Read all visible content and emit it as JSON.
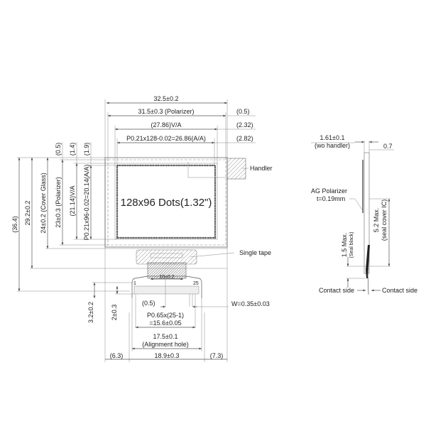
{
  "front_view": {
    "display_label": "128x96 Dots(1.32\")",
    "top_dims": {
      "outline": "32.5±0.2",
      "polarizer": "31.5±0.3 (Polarizer)",
      "va": "(27.86)V/A",
      "aa": "P0.21x128-0.02=26.86(A/A)",
      "right_05": "(0.5)",
      "right_232": "(2.32)",
      "right_282": "(2.82)"
    },
    "left_dims": {
      "total": "(36.4)",
      "outline": "29.2±0.2",
      "cover_glass": "24±0.2 (Cover Glass)",
      "polarizer": "23±0.3 (Polarizer)",
      "va": "(21.14)V/A",
      "aa": "P0.21x96-0.02=20.14(A/A)",
      "top_05": "(0.5)",
      "top_14": "(1.4)",
      "top_19": "(1.9)"
    },
    "handler_label": "Handler",
    "single_tape_label": "Single tape",
    "fpc": {
      "width": "10±0.2",
      "pin_first": "1",
      "pin_last": "25",
      "dim_32": "3.2±0.2",
      "dim_2": "2±0.3",
      "offset": "(0.5)",
      "pin_width": "W=0.35±0.03",
      "pitch_line1": "P0.65x(25-1)",
      "pitch_line2": "=15.6±0.05",
      "align_line1": "17.5±0.1",
      "align_line2": "(Alignment hole)",
      "left_margin": "(6.3)",
      "fpc_width": "18.9±0.3",
      "right_margin": "(7.3)"
    }
  },
  "side_view": {
    "thickness": "1.61±0.1",
    "thickness_note": "(wo handler)",
    "fpc_thickness": "0.7",
    "polarizer_line1": "AG Polarizer",
    "polarizer_line2": "t=0.19mm",
    "seal_ic_line1": "5.2 Max.",
    "seal_ic_line2": "(seal cover IC)",
    "seal_black_line1": "1.5 Max.",
    "seal_black_line2": "(Seal black)",
    "contact_left": "Contact side",
    "contact_right": "Contact side"
  }
}
